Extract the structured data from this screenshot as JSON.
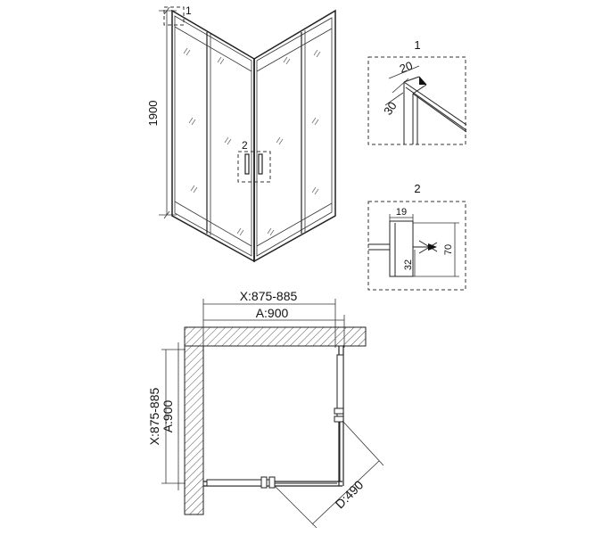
{
  "elevation": {
    "height_label": "1900",
    "callout_1": "1",
    "callout_2": "2"
  },
  "detail_1": {
    "title": "1",
    "dim_a": "20",
    "dim_b": "30"
  },
  "detail_2": {
    "title": "2",
    "dim_width": "19",
    "dim_height": "70",
    "dim_lower": "32"
  },
  "plan": {
    "x_top": "X:875-885",
    "a_top": "A:900",
    "x_left": "X:875-885",
    "a_left": "A:900",
    "d_label": "D:490"
  },
  "colors": {
    "line": "#222222",
    "hatch": "#555555"
  }
}
